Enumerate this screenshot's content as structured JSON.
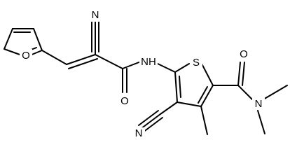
{
  "atoms": {
    "furan_o": "O",
    "cyano_n_top": "N",
    "amide_nh": "NH",
    "amide_o": "O",
    "thiophene_s": "S",
    "cyano_n_bottom": "N",
    "carboxamide_o": "O",
    "dimethylamide_n": "N"
  }
}
